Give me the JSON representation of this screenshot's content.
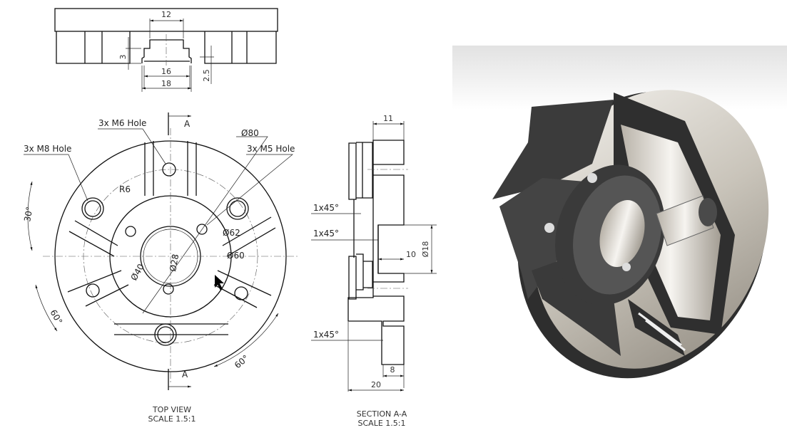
{
  "front_view": {
    "dims": {
      "w12": "12",
      "h3": "3",
      "w16": "16",
      "w18": "18",
      "h25": "2.5"
    }
  },
  "top_view": {
    "title": "TOP VIEW",
    "scale": "SCALE 1.5:1",
    "section_marker": "A",
    "labels": {
      "m6": "3x M6 Hole",
      "m8": "3x M8 Hole",
      "m5": "3x M5 Hole",
      "r6": "R6",
      "d80": "Ø80",
      "d62": "Ø62",
      "d60": "Ø60",
      "d40": "Ø40",
      "d28": "Ø28",
      "a30": "30°",
      "a60l": "60°",
      "a60r": "60°"
    }
  },
  "section_view": {
    "title": "SECTION A-A",
    "scale": "SCALE 1.5:1",
    "labels": {
      "c1": "1x45°",
      "c2": "1x45°",
      "c3": "1x45°",
      "d11": "11",
      "d10": "10",
      "d18": "Ø18",
      "d8": "8",
      "d20": "20"
    }
  },
  "render_3d": {
    "colors": {
      "dark": "#3a3a3a",
      "metal": "#d8d4cc"
    }
  }
}
